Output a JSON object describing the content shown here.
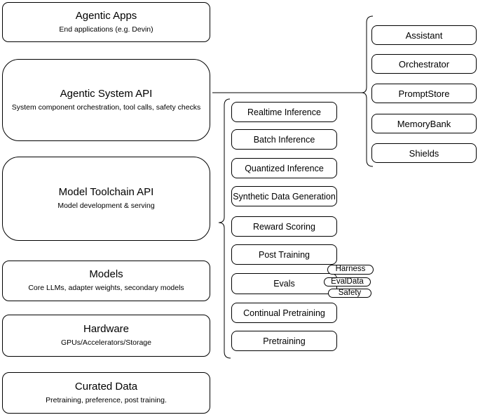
{
  "diagram": {
    "stack": [
      {
        "title": "Agentic Apps",
        "subtitle": "End applications (e.g. Devin)"
      },
      {
        "title": "Agentic System API",
        "subtitle": "System component orchestration, tool calls, safety checks"
      },
      {
        "title": "Model Toolchain API",
        "subtitle": "Model development & serving"
      },
      {
        "title": "Models",
        "subtitle": "Core LLMs, adapter weights, secondary models"
      },
      {
        "title": "Hardware",
        "subtitle": "GPUs/Accelerators/Storage"
      },
      {
        "title": "Curated Data",
        "subtitle": "Pretraining, preference, post training."
      }
    ],
    "toolchain": {
      "items": [
        {
          "label": "Realtime Inference"
        },
        {
          "label": "Batch Inference"
        },
        {
          "label": "Quantized Inference"
        },
        {
          "label": "Synthetic Data Generation"
        },
        {
          "label": "Reward Scoring"
        },
        {
          "label": "Post Training"
        },
        {
          "label": "Evals"
        },
        {
          "label": "Continual Pretraining"
        },
        {
          "label": "Pretraining"
        }
      ],
      "eval_tags": [
        {
          "label": "Harness"
        },
        {
          "label": "EvalData"
        },
        {
          "label": "Safety"
        }
      ]
    },
    "components": {
      "items": [
        {
          "label": "Assistant"
        },
        {
          "label": "Orchestrator"
        },
        {
          "label": "PromptStore"
        },
        {
          "label": "MemoryBank"
        },
        {
          "label": "Shields"
        }
      ]
    },
    "colors": {
      "stroke": "#000000",
      "fill": "#ffffff",
      "text": "#000000",
      "background": "#ffffff"
    }
  }
}
